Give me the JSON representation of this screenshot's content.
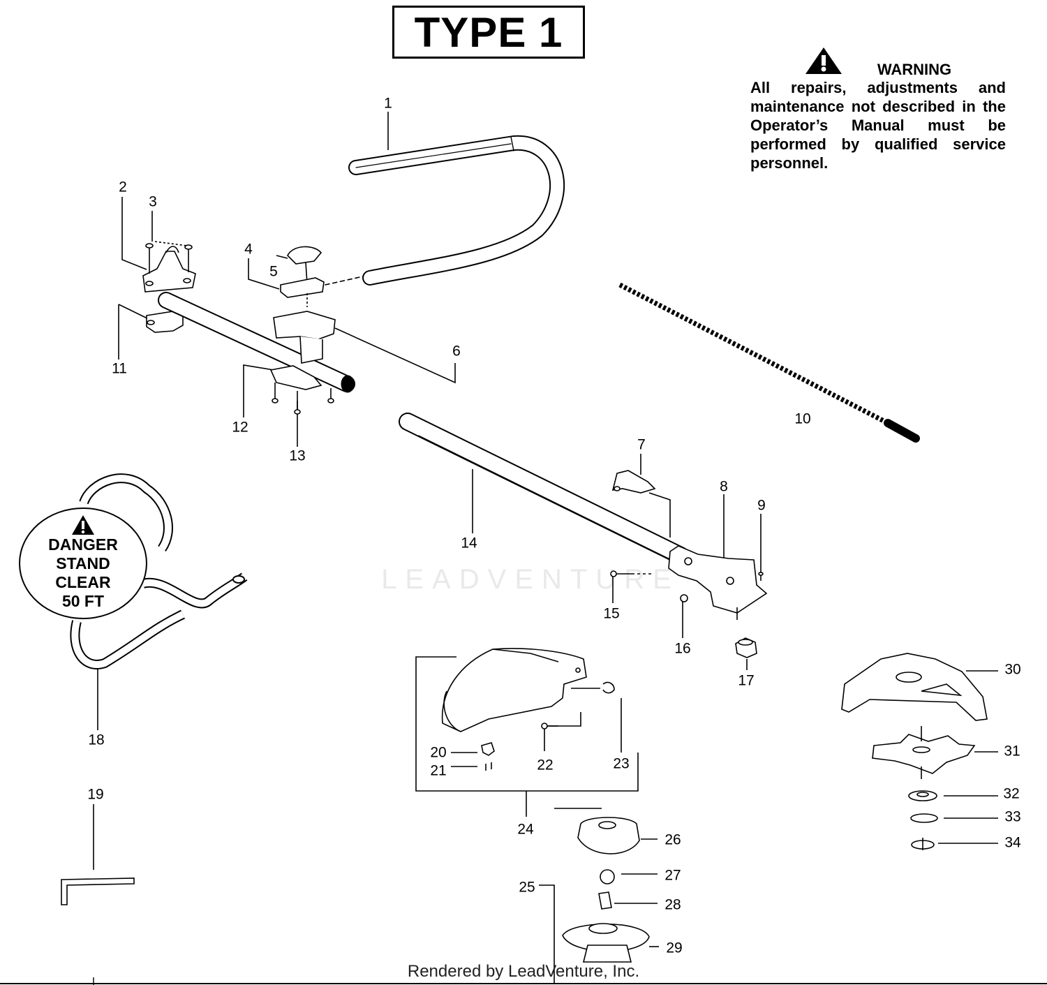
{
  "title": "TYPE 1",
  "warning": {
    "heading": "WARNING",
    "text": "All repairs, adjustments and maintenance not described in the Operator’s Manual must be performed by qualified service personnel.",
    "icon": "warning-triangle-icon"
  },
  "danger_label": {
    "lines": [
      "DANGER",
      "STAND",
      "CLEAR",
      "50 FT"
    ],
    "icon": "warning-triangle-icon"
  },
  "callouts": [
    "1",
    "2",
    "3",
    "4",
    "5",
    "6",
    "7",
    "8",
    "9",
    "10",
    "11",
    "12",
    "13",
    "14",
    "15",
    "16",
    "17",
    "18",
    "19",
    "20",
    "21",
    "22",
    "23",
    "24",
    "25",
    "26",
    "27",
    "28",
    "29",
    "30",
    "31",
    "32",
    "33",
    "34"
  ],
  "watermark": "LEADVENTURE",
  "footer": "Rendered by LeadVenture, Inc.",
  "colors": {
    "ink": "#000000",
    "part_fill": "#e6e6e6",
    "watermark": "#e9e9e9"
  }
}
